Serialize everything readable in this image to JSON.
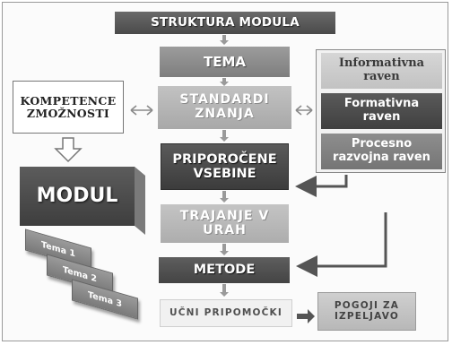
{
  "title": "STRUKTURA MODULA",
  "left": {
    "kompetence": [
      "KOMPETENCE",
      "ZMOŽNOSTI"
    ],
    "modul": "MODUL",
    "teme": [
      "Tema 1",
      "Tema 2",
      "Tema 3"
    ]
  },
  "center": {
    "tema": "TEMA",
    "standardi": [
      "STANDARDI",
      "ZNANJA"
    ],
    "priporocene": [
      "PRIPOROČENE",
      "VSEBINE"
    ],
    "trajanje": [
      "TRAJANJE V",
      "URAH"
    ],
    "metode": "METODE",
    "pripomocki": "UČNI PRIPOMOČKI"
  },
  "right": {
    "ravni": [
      [
        "Informativna",
        "raven"
      ],
      [
        "Formativna",
        "raven"
      ],
      [
        "Procesno",
        "razvojna raven"
      ]
    ],
    "pogoji": [
      "POGOJI ZA",
      "IZPELJAVO"
    ]
  },
  "colors": {
    "dark": "#444444",
    "mid": "#8a8a8a",
    "light": "#c0c0c0",
    "arrow": "#555555"
  }
}
